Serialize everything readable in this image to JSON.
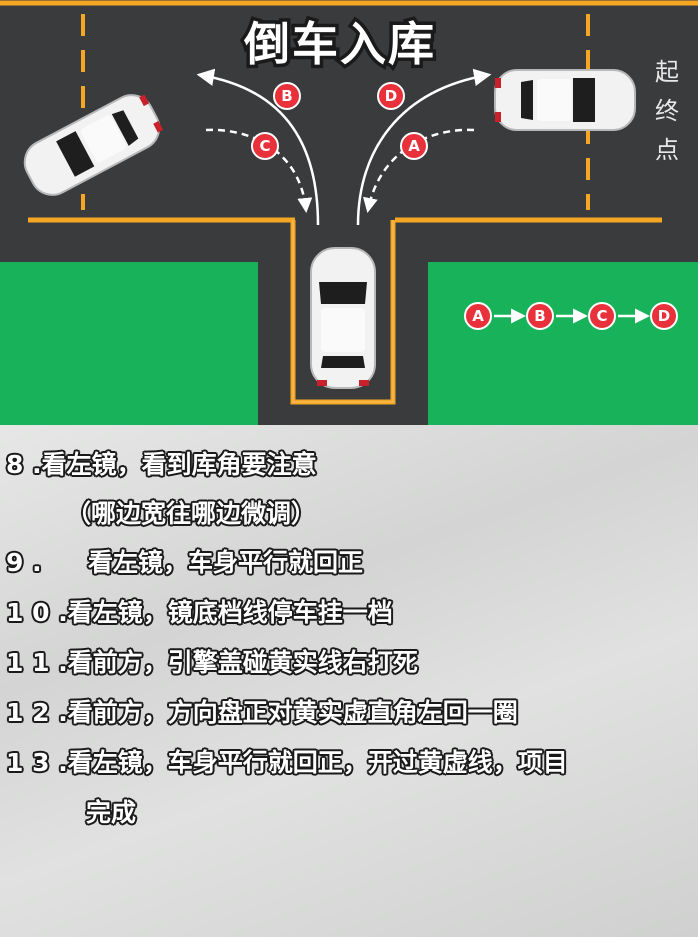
{
  "diagram": {
    "title": "倒车入库",
    "side_label": [
      "起",
      "终",
      "点"
    ],
    "path_markers": [
      "A",
      "B",
      "C",
      "D"
    ],
    "sequence": [
      "A",
      "B",
      "C",
      "D"
    ],
    "colors": {
      "road": "#3a3b3d",
      "grass": "#18b25a",
      "yellow_line": "#f5a623",
      "marker": "#e8313a",
      "arrow": "#ffffff"
    }
  },
  "instructions": [
    {
      "num": "8 .",
      "text": "看左镜，看到库角要注意"
    },
    {
      "num": "",
      "text": "（哪边宽往哪边微调）"
    },
    {
      "num": "9 .",
      "text": "看左镜，车身平行就回正"
    },
    {
      "num": "1 0 .",
      "text": "看左镜，镜底档线停车挂一档"
    },
    {
      "num": "1 1 .",
      "text": "看前方，引擎盖碰黄实线右打死"
    },
    {
      "num": "1 2 .",
      "text": "看前方，方向盘正对黄实虚直角左回一圈"
    },
    {
      "num": "1 3 .",
      "text": "看左镜，车身平行就回正，开过黄虚线，项目"
    },
    {
      "num": "",
      "text": "完成"
    }
  ]
}
